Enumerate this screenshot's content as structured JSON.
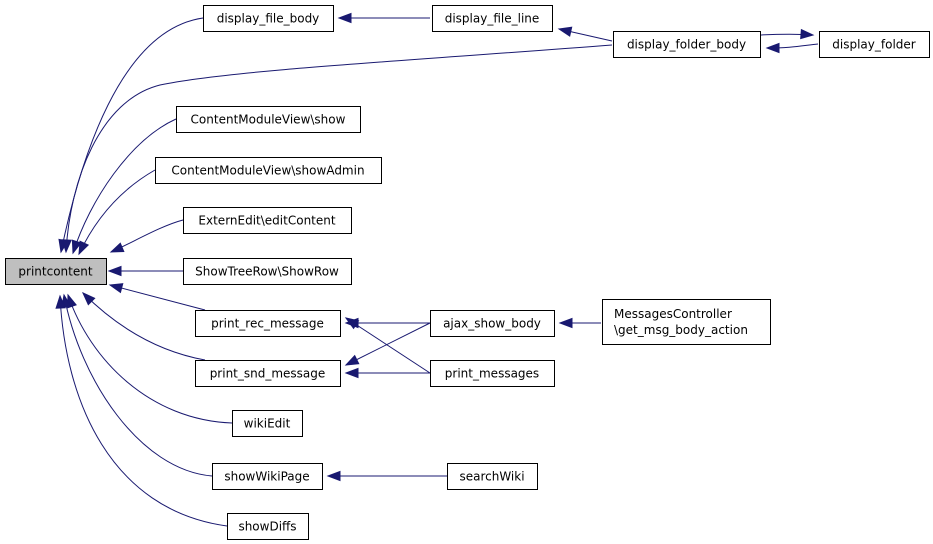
{
  "nodes": [
    {
      "id": "printcontent",
      "lines": [
        "printcontent"
      ],
      "root": true
    },
    {
      "id": "display_file_body",
      "lines": [
        "display_file_body"
      ]
    },
    {
      "id": "display_file_line",
      "lines": [
        "display_file_line"
      ]
    },
    {
      "id": "display_folder_body",
      "lines": [
        "display_folder_body"
      ]
    },
    {
      "id": "display_folder",
      "lines": [
        "display_folder"
      ]
    },
    {
      "id": "cmv_show",
      "lines": [
        "ContentModuleView\\show"
      ]
    },
    {
      "id": "cmv_showadmin",
      "lines": [
        "ContentModuleView\\showAdmin"
      ]
    },
    {
      "id": "externedit",
      "lines": [
        "ExternEdit\\editContent"
      ]
    },
    {
      "id": "showtreerow",
      "lines": [
        "ShowTreeRow\\ShowRow"
      ]
    },
    {
      "id": "print_rec_message",
      "lines": [
        "print_rec_message"
      ]
    },
    {
      "id": "print_snd_message",
      "lines": [
        "print_snd_message"
      ]
    },
    {
      "id": "ajax_show_body",
      "lines": [
        "ajax_show_body"
      ]
    },
    {
      "id": "print_messages",
      "lines": [
        "print_messages"
      ]
    },
    {
      "id": "msgcontroller",
      "lines": [
        "MessagesController",
        "\\get_msg_body_action"
      ]
    },
    {
      "id": "wikiedit",
      "lines": [
        "wikiEdit"
      ]
    },
    {
      "id": "showwikipage",
      "lines": [
        "showWikiPage"
      ]
    },
    {
      "id": "searchwiki",
      "lines": [
        "searchWiki"
      ]
    },
    {
      "id": "showdiffs",
      "lines": [
        "showDiffs"
      ]
    }
  ],
  "edges": [
    {
      "from": "display_file_body",
      "to": "printcontent"
    },
    {
      "from": "display_folder_body",
      "to": "printcontent"
    },
    {
      "from": "cmv_show",
      "to": "printcontent"
    },
    {
      "from": "cmv_showadmin",
      "to": "printcontent"
    },
    {
      "from": "externedit",
      "to": "printcontent"
    },
    {
      "from": "showtreerow",
      "to": "printcontent"
    },
    {
      "from": "print_rec_message",
      "to": "printcontent"
    },
    {
      "from": "print_snd_message",
      "to": "printcontent"
    },
    {
      "from": "wikiedit",
      "to": "printcontent"
    },
    {
      "from": "showwikipage",
      "to": "printcontent"
    },
    {
      "from": "showdiffs",
      "to": "printcontent"
    },
    {
      "from": "display_file_line",
      "to": "display_file_body"
    },
    {
      "from": "display_folder_body",
      "to": "display_file_line"
    },
    {
      "from": "display_folder",
      "to": "display_folder_body"
    },
    {
      "from": "display_folder_body",
      "to": "display_folder"
    },
    {
      "from": "ajax_show_body",
      "to": "print_rec_message"
    },
    {
      "from": "print_messages",
      "to": "print_rec_message"
    },
    {
      "from": "ajax_show_body",
      "to": "print_snd_message"
    },
    {
      "from": "print_messages",
      "to": "print_snd_message"
    },
    {
      "from": "msgcontroller",
      "to": "ajax_show_body"
    },
    {
      "from": "searchwiki",
      "to": "showwikipage"
    }
  ]
}
